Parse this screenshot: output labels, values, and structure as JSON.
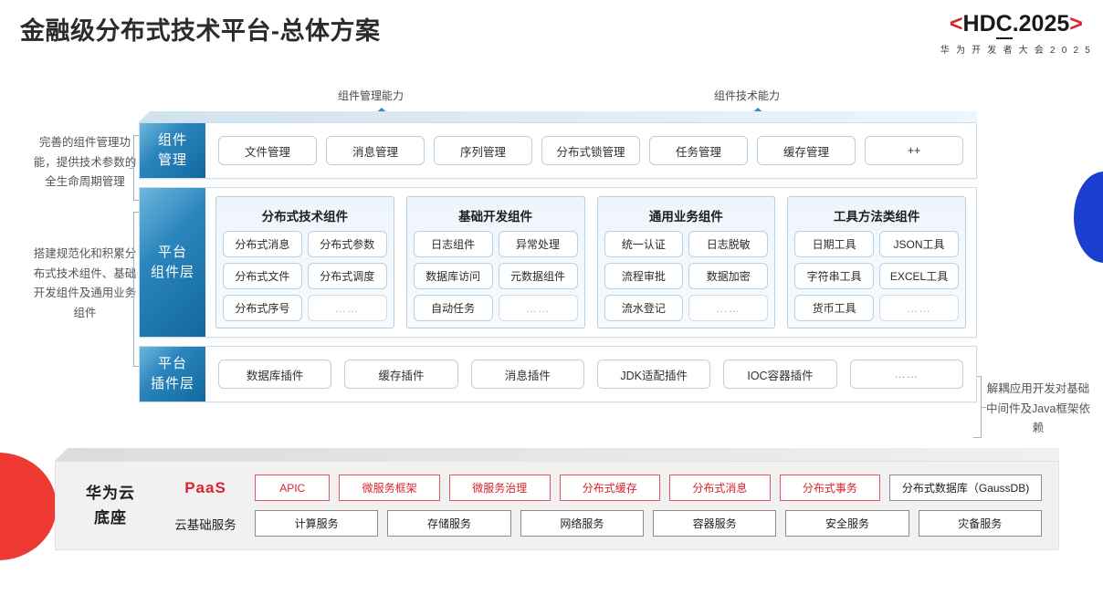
{
  "header": {
    "title": "金融级分布式技术平台-总体方案",
    "logo": {
      "bracket_left": "<",
      "text_h": "HD",
      "text_c": "C",
      "text_rest": ".2025",
      "bracket_right": ">",
      "subtitle": "华 为 开 发 者 大 会 2 0 2 5",
      "accent_color": "#d9232e"
    }
  },
  "capabilities": [
    {
      "label": "组件管理能力"
    },
    {
      "label": "组件技术能力"
    }
  ],
  "annotations": {
    "left_top": "完善的组件管理功能，提供技术参数的全生命周期管理",
    "left_bottom": "搭建规范化和积累分布式技术组件、基础开发组件及通用业务组件",
    "right_plugin": "解耦应用开发对基础中间件及Java框架依赖"
  },
  "layers": {
    "component_management": {
      "tag_line1": "组件",
      "tag_line2": "管理",
      "items": [
        "文件管理",
        "消息管理",
        "序列管理",
        "分布式锁管理",
        "任务管理",
        "缓存管理",
        "++"
      ]
    },
    "platform_component": {
      "tag_line1": "平台",
      "tag_line2": "组件层",
      "groups": [
        {
          "title": "分布式技术组件",
          "cells": [
            "分布式消息",
            "分布式参数",
            "分布式文件",
            "分布式调度",
            "分布式序号",
            "……"
          ]
        },
        {
          "title": "基础开发组件",
          "cells": [
            "日志组件",
            "异常处理",
            "数据库访问",
            "元数据组件",
            "自动任务",
            "……"
          ]
        },
        {
          "title": "通用业务组件",
          "cells": [
            "统一认证",
            "日志脱敏",
            "流程审批",
            "数据加密",
            "流水登记",
            "……"
          ]
        },
        {
          "title": "工具方法类组件",
          "cells": [
            "日期工具",
            "JSON工具",
            "字符串工具",
            "EXCEL工具",
            "货币工具",
            "……"
          ]
        }
      ]
    },
    "platform_plugin": {
      "tag_line1": "平台",
      "tag_line2": "插件层",
      "items": [
        "数据库插件",
        "缓存插件",
        "消息插件",
        "JDK适配插件",
        "IOC容器插件",
        "……"
      ]
    }
  },
  "base": {
    "title_line1": "华为云",
    "title_line2": "底座",
    "rows": [
      {
        "label": "PaaS",
        "style": "red",
        "chips": [
          {
            "text": "APIC",
            "style": "red",
            "flex": 1
          },
          {
            "text": "微服务框架",
            "style": "red",
            "flex": 1.35
          },
          {
            "text": "微服务治理",
            "style": "red",
            "flex": 1.35
          },
          {
            "text": "分布式缓存",
            "style": "red",
            "flex": 1.35
          },
          {
            "text": "分布式消息",
            "style": "red",
            "flex": 1.35
          },
          {
            "text": "分布式事务",
            "style": "red",
            "flex": 1.35
          },
          {
            "text": "分布式数据库（GaussDB)",
            "style": "gray",
            "flex": 2.05
          }
        ]
      },
      {
        "label": "云基础服务",
        "style": "basic",
        "chips": [
          {
            "text": "计算服务",
            "style": "gray",
            "flex": 1
          },
          {
            "text": "存储服务",
            "style": "gray",
            "flex": 1
          },
          {
            "text": "网络服务",
            "style": "gray",
            "flex": 1
          },
          {
            "text": "容器服务",
            "style": "gray",
            "flex": 1
          },
          {
            "text": "安全服务",
            "style": "gray",
            "flex": 1
          },
          {
            "text": "灾备服务",
            "style": "gray",
            "flex": 1
          }
        ]
      }
    ]
  },
  "colors": {
    "brand_red": "#d9232e",
    "layer_blue_dark": "#11689f",
    "layer_blue_light": "#6fb7dc",
    "decor_blue": "#1b3fd1",
    "decor_red": "#ee3a32"
  }
}
